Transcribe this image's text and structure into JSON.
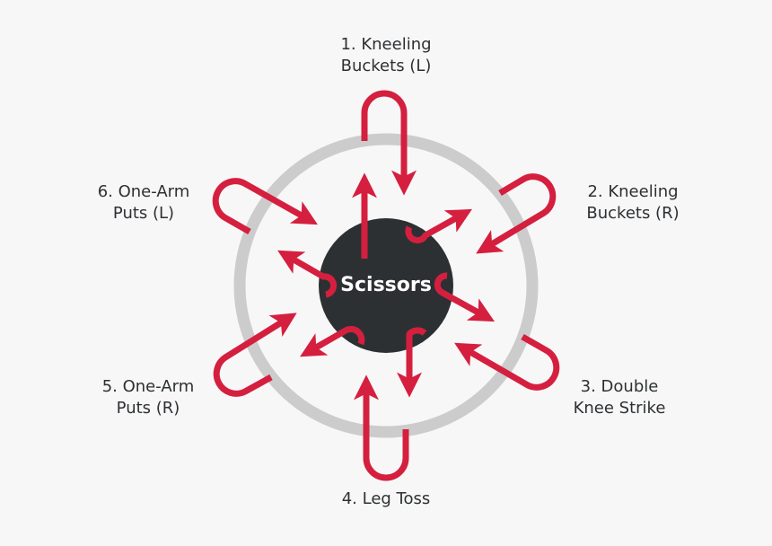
{
  "colors": {
    "background": "#f7f7f7",
    "ring": "#cccccc",
    "arrow": "#d51f3f",
    "center": "#2d3033",
    "center_text": "#ffffff",
    "label_text": "#2d3033"
  },
  "center": {
    "label": "Scissors"
  },
  "steps": [
    {
      "number": "1.",
      "line1": "1. Kneeling",
      "line2": "Buckets (L)"
    },
    {
      "number": "2.",
      "line1": "2. Kneeling",
      "line2": "Buckets (R)"
    },
    {
      "number": "3.",
      "line1": "3. Double",
      "line2": "Knee Strike"
    },
    {
      "number": "4.",
      "line1": "4. Leg Toss",
      "line2": ""
    },
    {
      "number": "5.",
      "line1": "5. One-Arm",
      "line2": "Puts (R)"
    },
    {
      "number": "6.",
      "line1": "6. One-Arm",
      "line2": "Puts (L)"
    }
  ]
}
